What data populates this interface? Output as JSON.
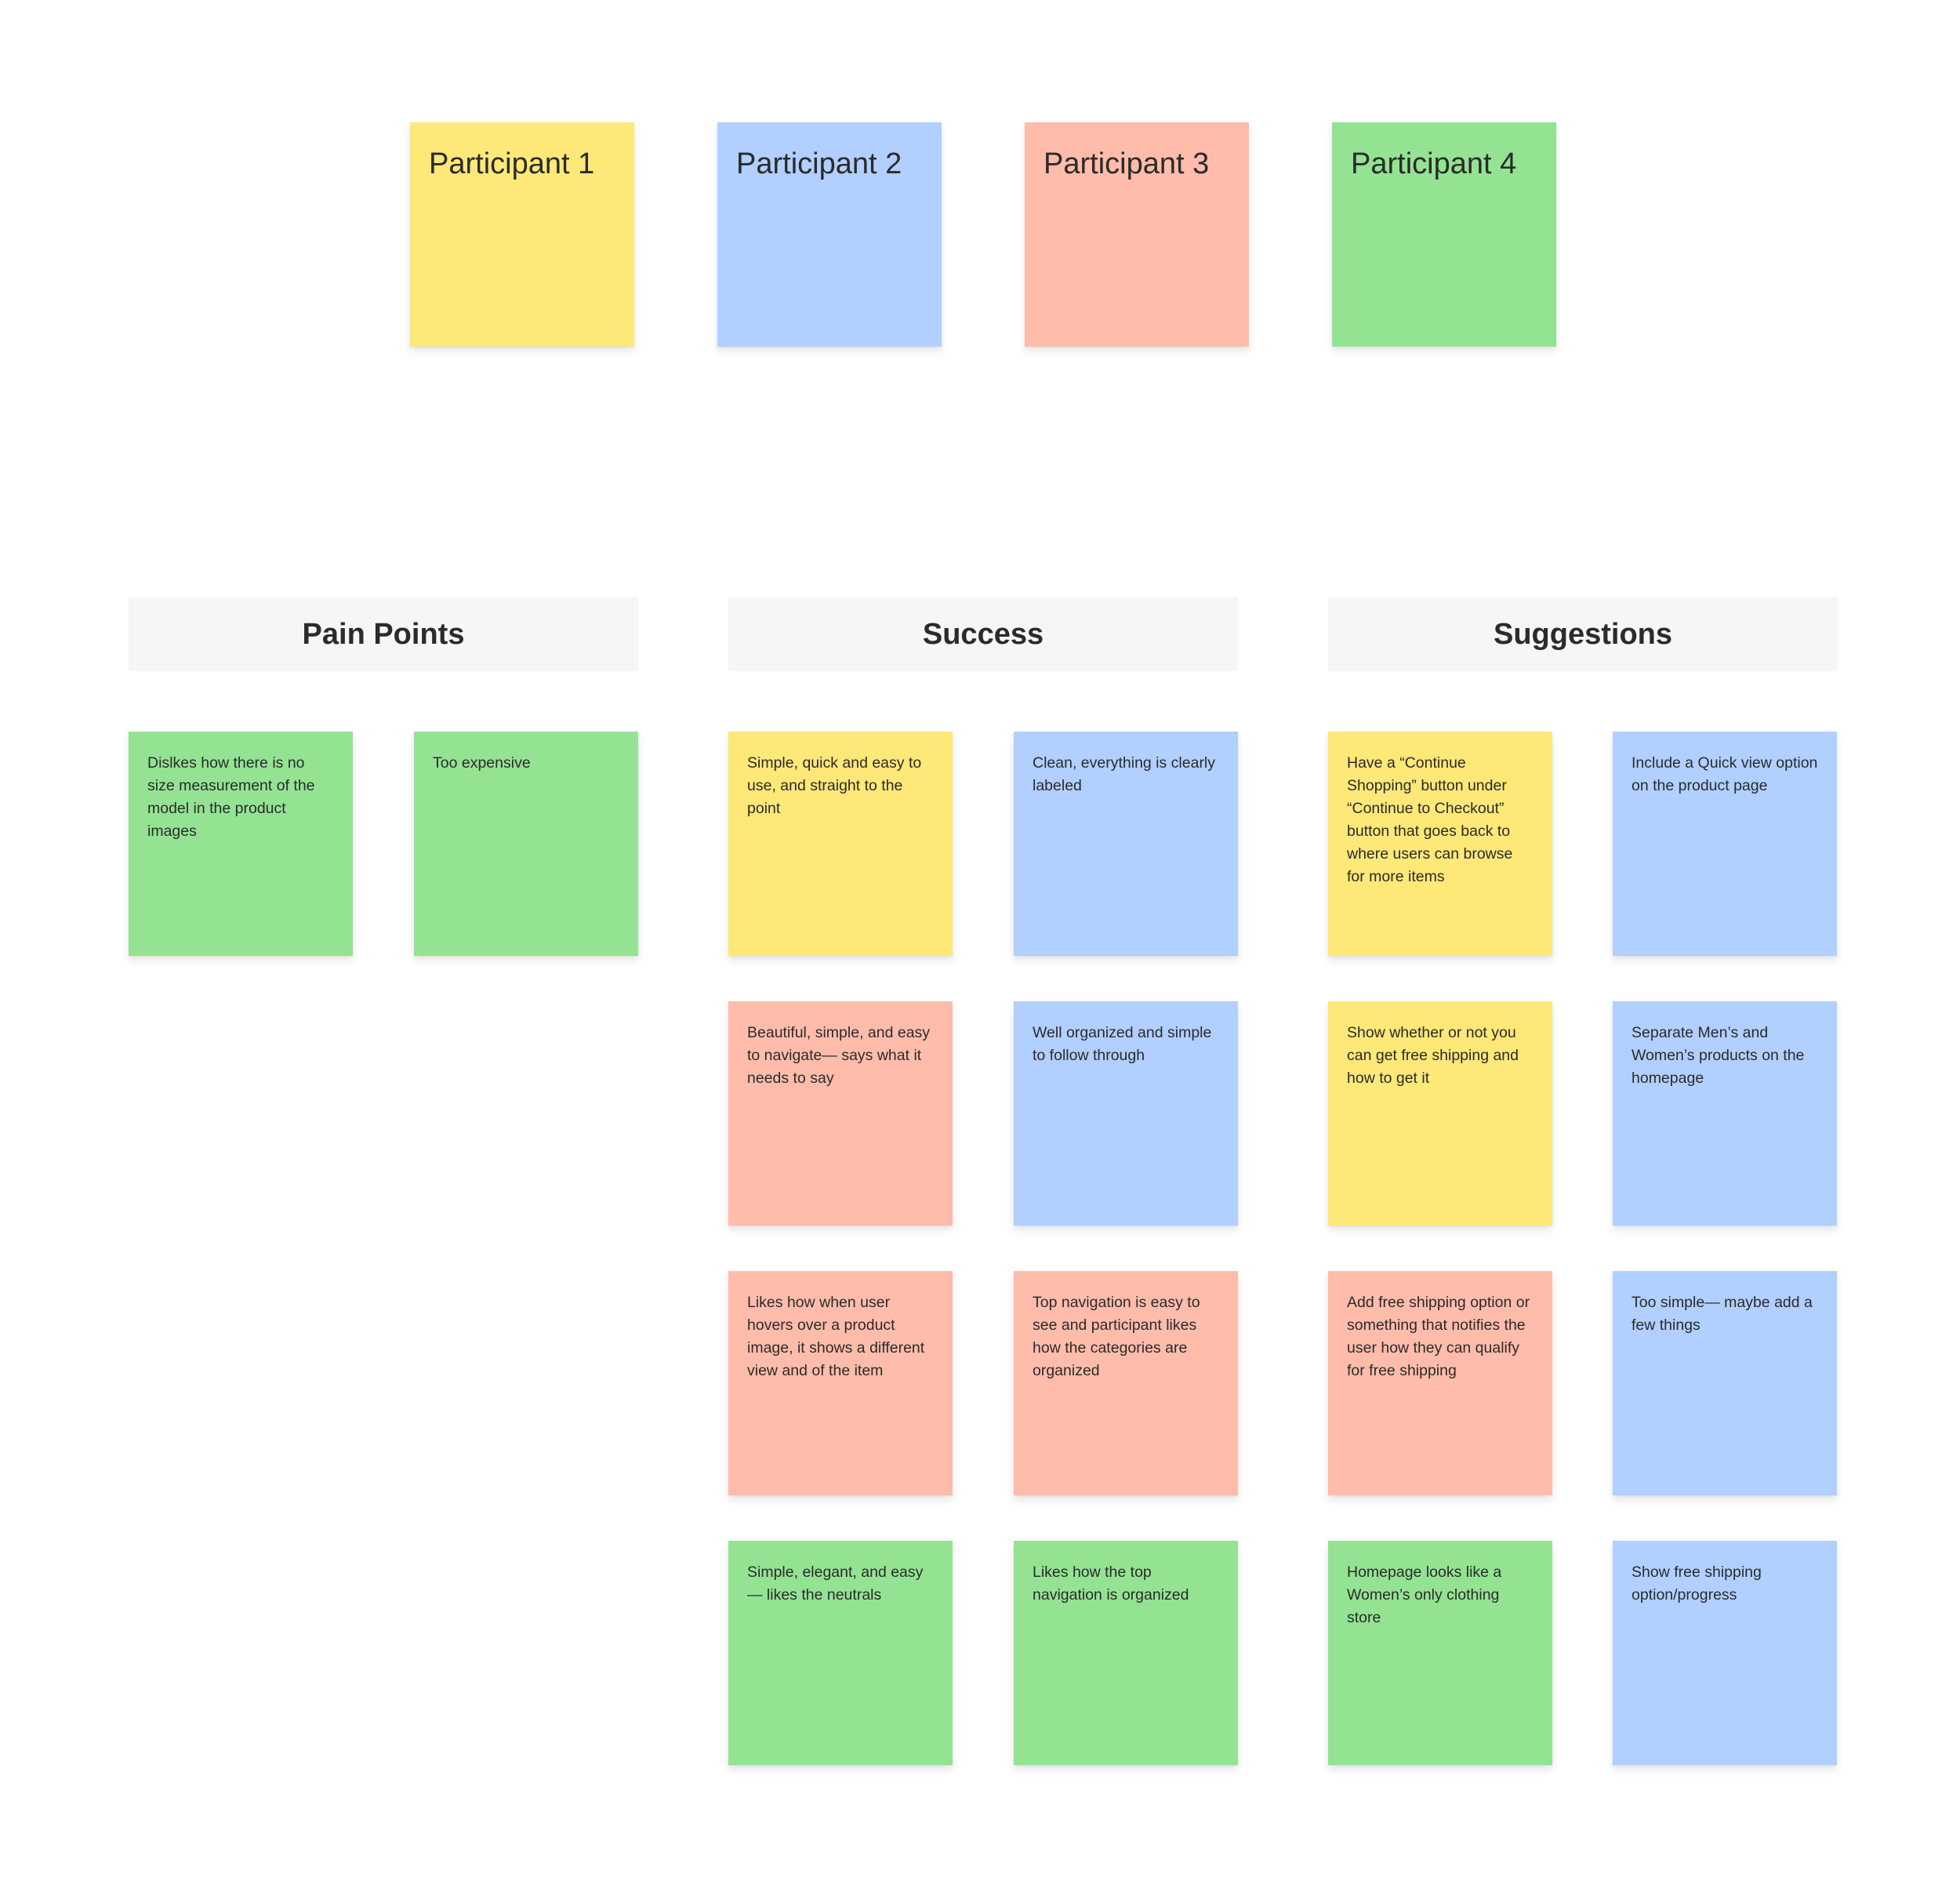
{
  "colors": {
    "yellow": "#fee878",
    "blue": "#b1cfff",
    "salmon": "#ffbcab",
    "green": "#93e393",
    "header_bg": "#f6f6f6",
    "text": "#2b2b2b"
  },
  "participants": [
    {
      "label": "Participant 1",
      "color": "yellow"
    },
    {
      "label": "Participant 2",
      "color": "blue"
    },
    {
      "label": "Participant 3",
      "color": "salmon"
    },
    {
      "label": "Participant 4",
      "color": "green"
    }
  ],
  "sections": {
    "pain_points": {
      "title": "Pain Points",
      "notes": [
        {
          "text": "Dislkes how there is no size measurement of the model in the product images",
          "color": "green"
        },
        {
          "text": "Too expensive",
          "color": "green"
        }
      ]
    },
    "success": {
      "title": "Success",
      "notes": [
        {
          "text": "Simple, quick and easy to use, and straight to the point",
          "color": "yellow"
        },
        {
          "text": "Clean, everything is clearly labeled",
          "color": "blue"
        },
        {
          "text": "Beautiful, simple, and easy to navigate— says what it needs to say",
          "color": "salmon"
        },
        {
          "text": "Well organized and simple to follow through",
          "color": "blue"
        },
        {
          "text": "Likes how when user hovers over a product image, it shows a different view and of the item",
          "color": "salmon"
        },
        {
          "text": "Top navigation is easy to see and participant likes how the categories are organized",
          "color": "salmon"
        },
        {
          "text": "Simple, elegant, and easy — likes the neutrals",
          "color": "green"
        },
        {
          "text": "Likes how the top navigation is organized",
          "color": "green"
        }
      ]
    },
    "suggestions": {
      "title": "Suggestions",
      "notes": [
        {
          "text": "Have a “Continue Shopping” button under “Continue to Checkout” button that goes back to where users can browse for more items",
          "color": "yellow"
        },
        {
          "text": "Include a Quick view option on the product page",
          "color": "blue"
        },
        {
          "text": "Show whether or not you can get free shipping and how to get it",
          "color": "yellow"
        },
        {
          "text": "Separate Men’s and Women’s products on the homepage",
          "color": "blue"
        },
        {
          "text": "Add free shipping option or something that notifies the user how they can qualify for free shipping",
          "color": "salmon"
        },
        {
          "text": "Too simple— maybe add a few things",
          "color": "blue"
        },
        {
          "text": "Homepage looks like a Women’s only clothing store",
          "color": "green"
        },
        {
          "text": "Show free shipping option/progress",
          "color": "blue"
        }
      ]
    }
  }
}
